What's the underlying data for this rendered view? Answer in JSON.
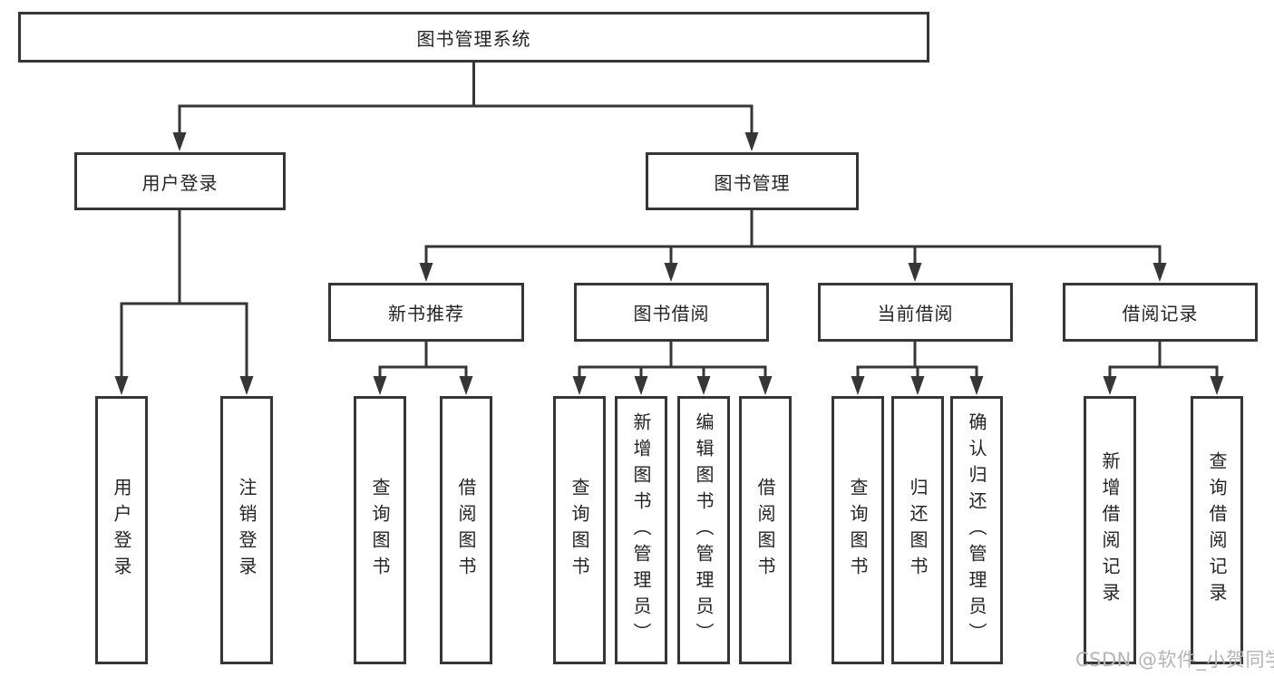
{
  "diagram": {
    "root": {
      "label": "图书管理系统"
    },
    "branches": {
      "user_login": {
        "label": "用户登录",
        "children": {
          "login": "用户登录",
          "logout": "注销登录"
        }
      },
      "book_management": {
        "label": "图书管理",
        "sections": {
          "new_book_recommendation": {
            "label": "新书推荐",
            "children": {
              "query_books": "查询图书",
              "borrow_books": "借阅图书"
            }
          },
          "book_borrowing": {
            "label": "图书借阅",
            "children": {
              "query_books": "查询图书",
              "add_books": "新增图书（管理员）",
              "edit_books": "编辑图书（管理员）",
              "borrow_books": "借阅图书"
            }
          },
          "current_borrowing": {
            "label": "当前借阅",
            "children": {
              "query_books": "查询图书",
              "return_books": "归还图书",
              "confirm_return": "确认归还（管理员）"
            }
          },
          "borrowing_records": {
            "label": "借阅记录",
            "children": {
              "add_record": "新增借阅记录",
              "query_record": "查询借阅记录"
            }
          }
        }
      }
    }
  },
  "watermark": {
    "text": "CSDN @软件_小贺同学"
  },
  "colors": {
    "line": "#363636",
    "text": "#242424",
    "box_background": "#ffffff",
    "watermark": "#b5b5b5",
    "page_background": "#ffffff"
  }
}
